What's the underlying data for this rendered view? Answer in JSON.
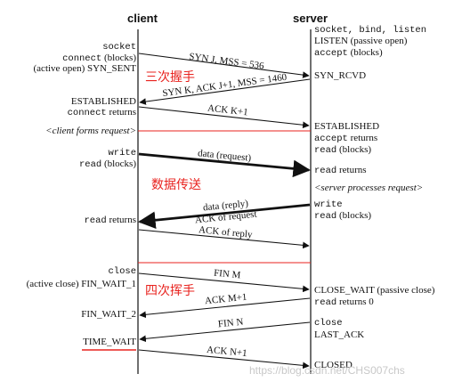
{
  "headers": {
    "client": "client",
    "server": "server"
  },
  "client_labels": {
    "socket": "socket",
    "connect_blocks": "connect (blocks)",
    "active_open_syn_sent": "(active open)  SYN_SENT",
    "established": "ESTABLISHED",
    "connect_returns": "connect returns",
    "client_forms_request": "<client forms request>",
    "write": "write",
    "read_blocks": "read (blocks)",
    "read_returns": "read returns",
    "close": "close",
    "active_close_fin_wait_1": "(active close)  FIN_WAIT_1",
    "fin_wait_2": "FIN_WAIT_2",
    "time_wait": "TIME_WAIT"
  },
  "server_labels": {
    "socket_bind_listen": "socket, bind, listen",
    "listen_passive_open": "LISTEN  (passive open)",
    "accept_blocks": "accept (blocks)",
    "syn_rcvd": "SYN_RCVD",
    "established": "ESTABLISHED",
    "accept_returns": "accept returns",
    "read_blocks": "read (blocks)",
    "read_returns": "read returns",
    "server_processes_request": "<server processes request>",
    "write": "write",
    "read_blocks_2": "read (blocks)",
    "close_wait": "CLOSE_WAIT  (passive close)",
    "read_returns_0": "read returns 0",
    "close": "close",
    "last_ack": "LAST_ACK",
    "closed": "CLOSED"
  },
  "messages": {
    "syn": "SYN J, MSS = 536",
    "syn_ack": "SYN K, ACK J+1, MSS = 1460",
    "ack_k1": "ACK K+1",
    "data_request": "data (request)",
    "data_reply": "data (reply)",
    "ack_of_request": "ACK of request",
    "ack_of_reply": "ACK of reply",
    "fin_m": "FIN M",
    "ack_m1": "ACK M+1",
    "fin_n": "FIN N",
    "ack_n1": "ACK N+1"
  },
  "annotations": {
    "three_way_handshake": "三次握手",
    "data_transfer": "数据传送",
    "four_way_handshake": "四次挥手"
  },
  "watermark": "https://blog.csdn.net/CHS007chs",
  "colors": {
    "annotation_red": "#e8231f",
    "line": "#111111",
    "watermark": "#c8c8c8"
  }
}
